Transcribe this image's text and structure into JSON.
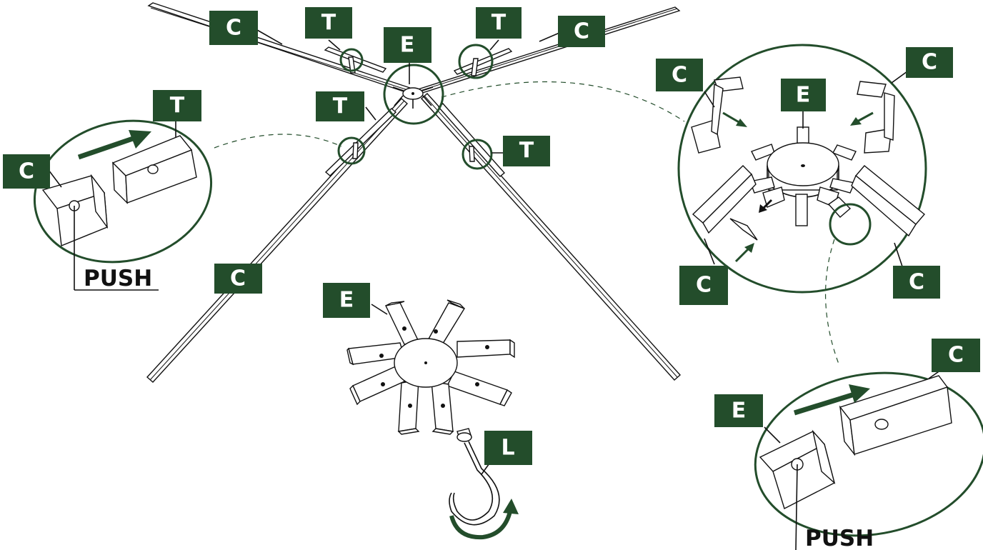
{
  "labels": {
    "c": "C",
    "t": "T",
    "e": "E",
    "l": "L"
  },
  "push_text": "PUSH",
  "colors": {
    "label_bg": "#234d2b",
    "label_text": "#ffffff",
    "line": "#111111",
    "accent_green": "#234d2b"
  }
}
